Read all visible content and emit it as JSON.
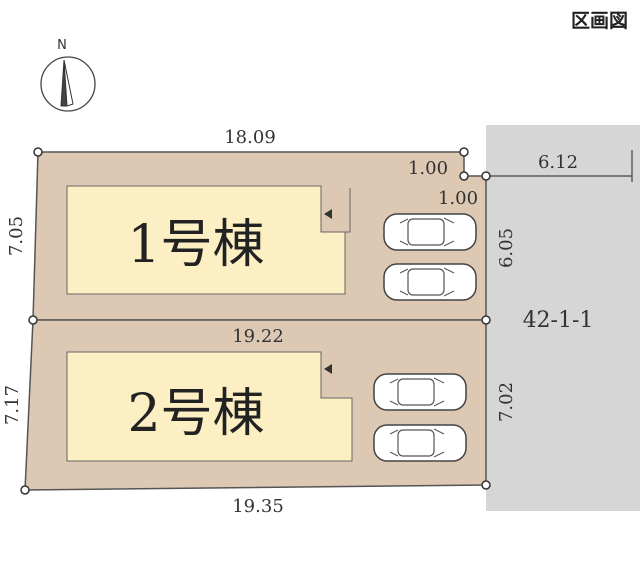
{
  "title": "区画図",
  "compass": {
    "label": "N"
  },
  "road": {
    "label": "42-1-1",
    "width": "6.12"
  },
  "lots": [
    {
      "label": "1号棟"
    },
    {
      "label": "2号棟"
    }
  ],
  "dimensions": {
    "top": "18.09",
    "corner_h": "1.00",
    "corner_v": "1.00",
    "middle": "19.22",
    "bottom": "19.35",
    "lot1_left": "7.05",
    "lot1_right": "6.05",
    "lot2_left": "7.17",
    "lot2_right": "7.02"
  },
  "colors": {
    "lot_fill": "#dcc8b3",
    "building_fill": "#fcefc3",
    "road_fill": "#d6d6d6"
  }
}
